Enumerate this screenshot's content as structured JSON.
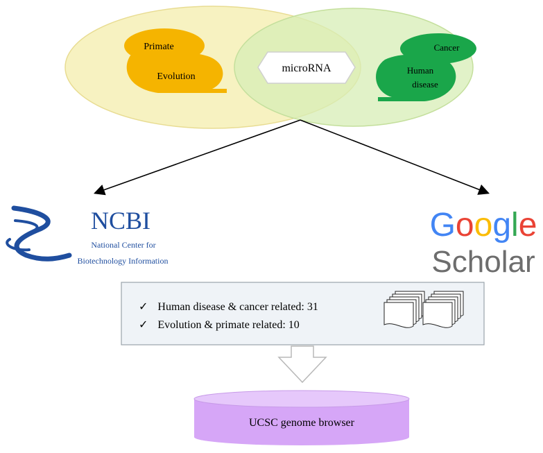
{
  "venn": {
    "left_terms": [
      "Primate",
      "Evolution"
    ],
    "center_term": "microRNA",
    "right_terms": [
      "Cancer",
      "Human",
      "disease"
    ]
  },
  "sources": {
    "ncbi": {
      "title": "NCBI",
      "line1": "National Center for",
      "line2": "Biotechnology Information"
    },
    "google": {
      "word1": "Google",
      "word2": "Scholar",
      "letter_colors": [
        "#4285F4",
        "#EA4335",
        "#FBBC05",
        "#4285F4",
        "#34A853",
        "#EA4335"
      ],
      "scholar_color": "#6d6d6d"
    }
  },
  "results": {
    "items": [
      {
        "check": "✓",
        "text": "Human disease & cancer related: 31"
      },
      {
        "check": "✓",
        "text": "Evolution & primate related: 10"
      }
    ]
  },
  "database": {
    "label": "UCSC genome browser"
  },
  "colors": {
    "left_ellipse": "#f6f0b6",
    "right_ellipse": "#d9eeb8",
    "primate_blob": "#f5b400",
    "human_blob": "#1aa64a",
    "ncbi_blue": "#1f4e9f",
    "cylinder": "#d6a6f7"
  }
}
